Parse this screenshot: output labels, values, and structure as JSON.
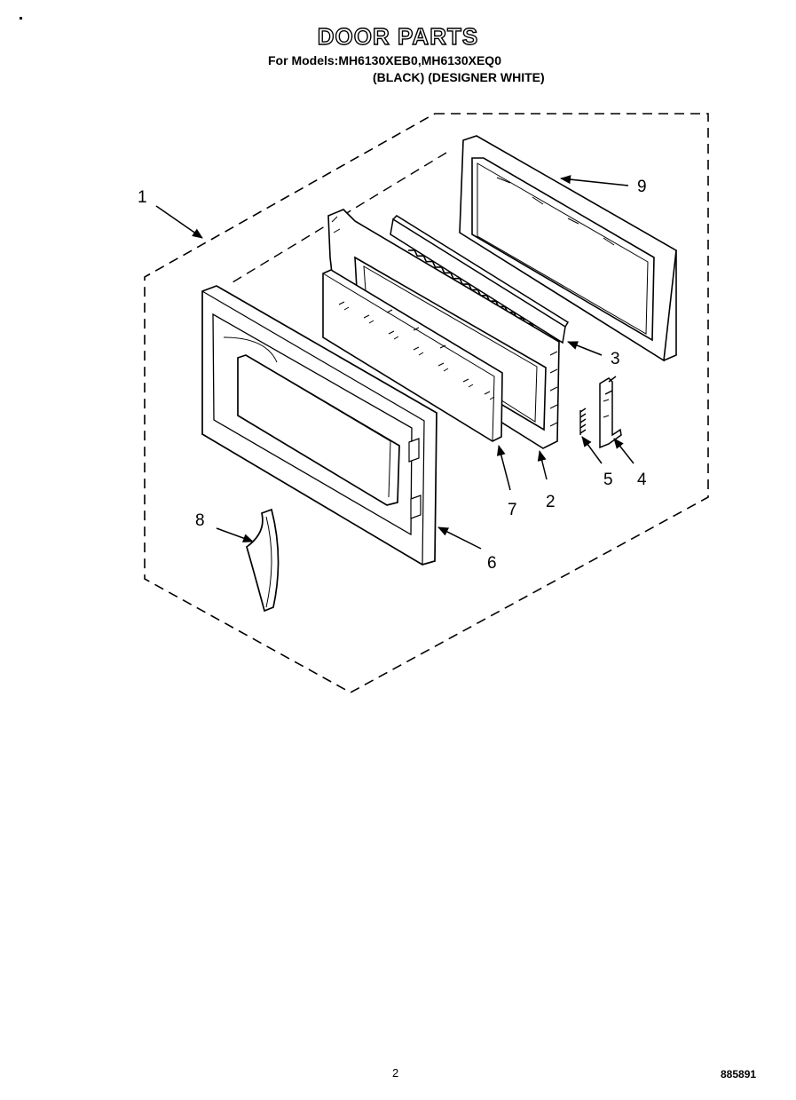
{
  "header": {
    "title": "DOOR PARTS",
    "models_line": "For Models:MH6130XEB0,MH6130XEQ0",
    "colors_line": "(BLACK) (DESIGNER WHITE)"
  },
  "callouts": [
    "1",
    "9",
    "3",
    "5",
    "4",
    "7",
    "2",
    "6",
    "8"
  ],
  "footer": {
    "page_number": "2",
    "document_code": "885891"
  }
}
